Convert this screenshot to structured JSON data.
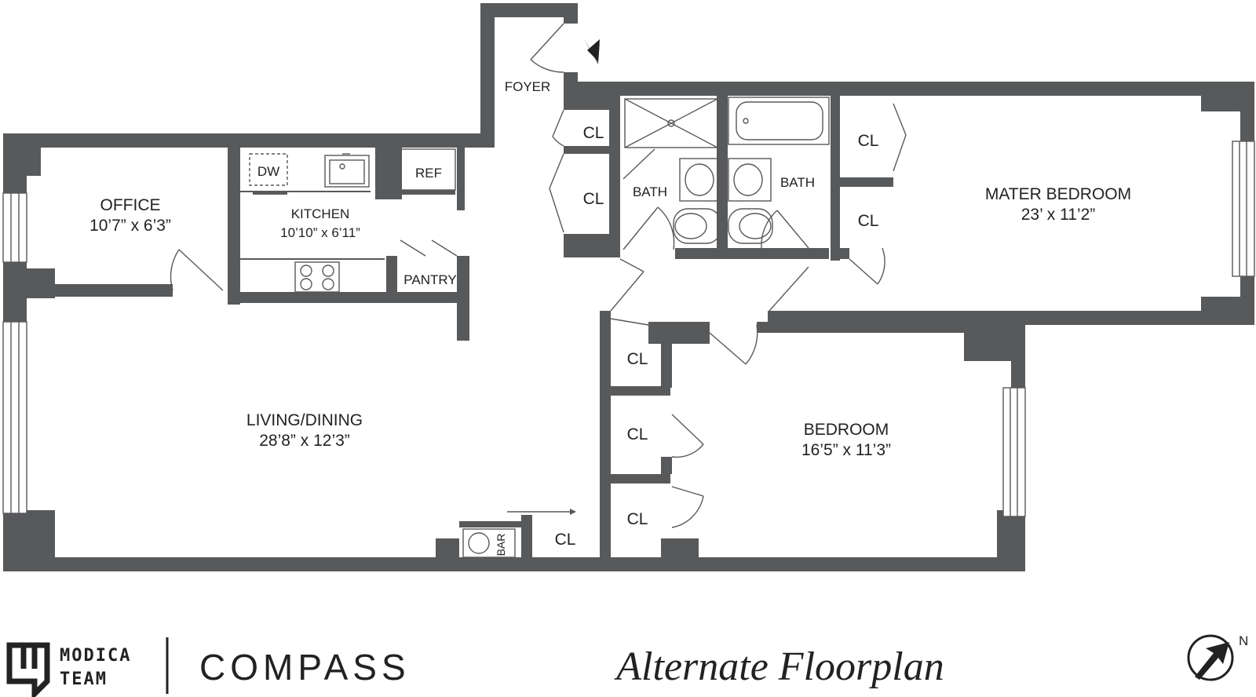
{
  "rooms": {
    "foyer": "FOYER",
    "office": {
      "name": "OFFICE",
      "dims": "10’7” x 6’3”"
    },
    "kitchen": {
      "name": "KITCHEN",
      "dims": "10’10” x 6’11”"
    },
    "dw": "DW",
    "ref": "REF",
    "pantry": "PANTRY",
    "living": {
      "name": "LIVING/DINING",
      "dims": "28’8” x 12’3”"
    },
    "bar": "BAR",
    "bath1": "BATH",
    "bath2": "BATH",
    "master": {
      "name": "MATER BEDROOM",
      "dims": "23’ x 11’2”"
    },
    "bedroom": {
      "name": "BEDROOM",
      "dims": "16’5” x 11’3”"
    },
    "closet": "CL"
  },
  "footer": {
    "modica_line1": "MODICA",
    "modica_line2": "TEAM",
    "compass": "COMPASS",
    "title": "Alternate Floorplan",
    "north": "N"
  }
}
